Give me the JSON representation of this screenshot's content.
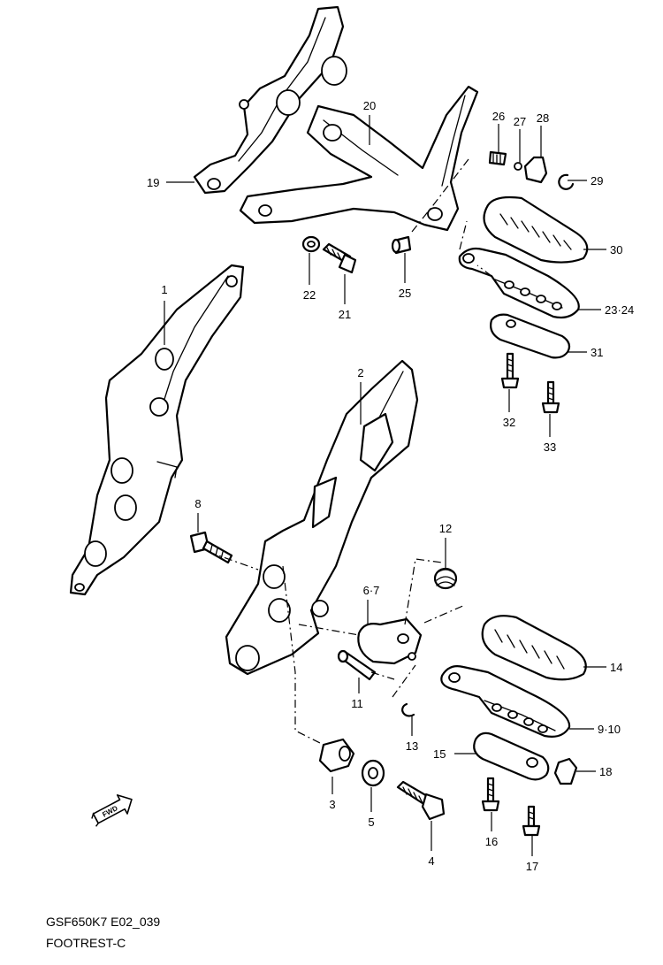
{
  "callouts": {
    "c1": "1",
    "c2": "2",
    "c3": "3",
    "c4": "4",
    "c5": "5",
    "c67": "6·7",
    "c8": "8",
    "c910": "9·10",
    "c11": "11",
    "c12": "12",
    "c13": "13",
    "c14": "14",
    "c15": "15",
    "c16": "16",
    "c17": "17",
    "c18": "18",
    "c19": "19",
    "c20": "20",
    "c21": "21",
    "c22": "22",
    "c2324": "23·24",
    "c25": "25",
    "c26": "26",
    "c27": "27",
    "c28": "28",
    "c29": "29",
    "c30": "30",
    "c31": "31",
    "c32": "32",
    "c33": "33"
  },
  "direction_arrow": {
    "label": "FWD"
  },
  "caption": {
    "model_code": "GSF650K7 E02_039",
    "section": "FOOTREST-C"
  }
}
